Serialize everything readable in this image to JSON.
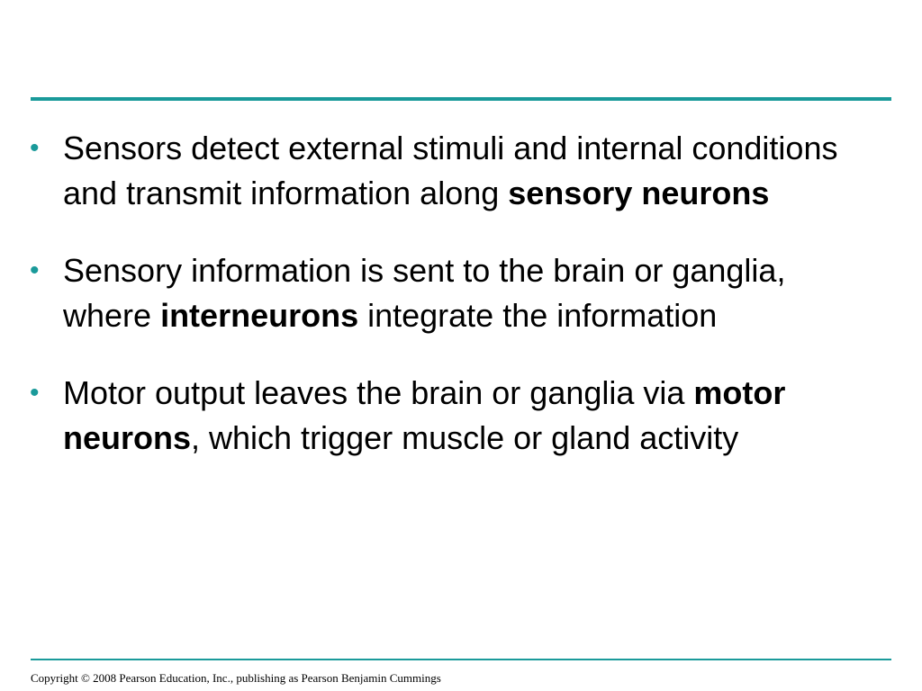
{
  "accent_color": "#1a9a9a",
  "bullets": [
    {
      "marker": "•",
      "text_1": "Sensors detect external stimuli and internal conditions and transmit information along ",
      "bold_1": "sensory neurons",
      "text_2": ""
    },
    {
      "marker": "•",
      "text_1": "Sensory information is sent to the brain or ganglia, where ",
      "bold_1": "interneurons",
      "text_2": " integrate the information"
    },
    {
      "marker": "•",
      "text_1": "Motor output leaves the brain or ganglia via ",
      "bold_1": "motor neurons",
      "text_2": ", which trigger muscle or gland activity"
    }
  ],
  "footer": {
    "copyright": "Copyright © 2008 Pearson Education, Inc., publishing as Pearson Benjamin Cummings"
  }
}
